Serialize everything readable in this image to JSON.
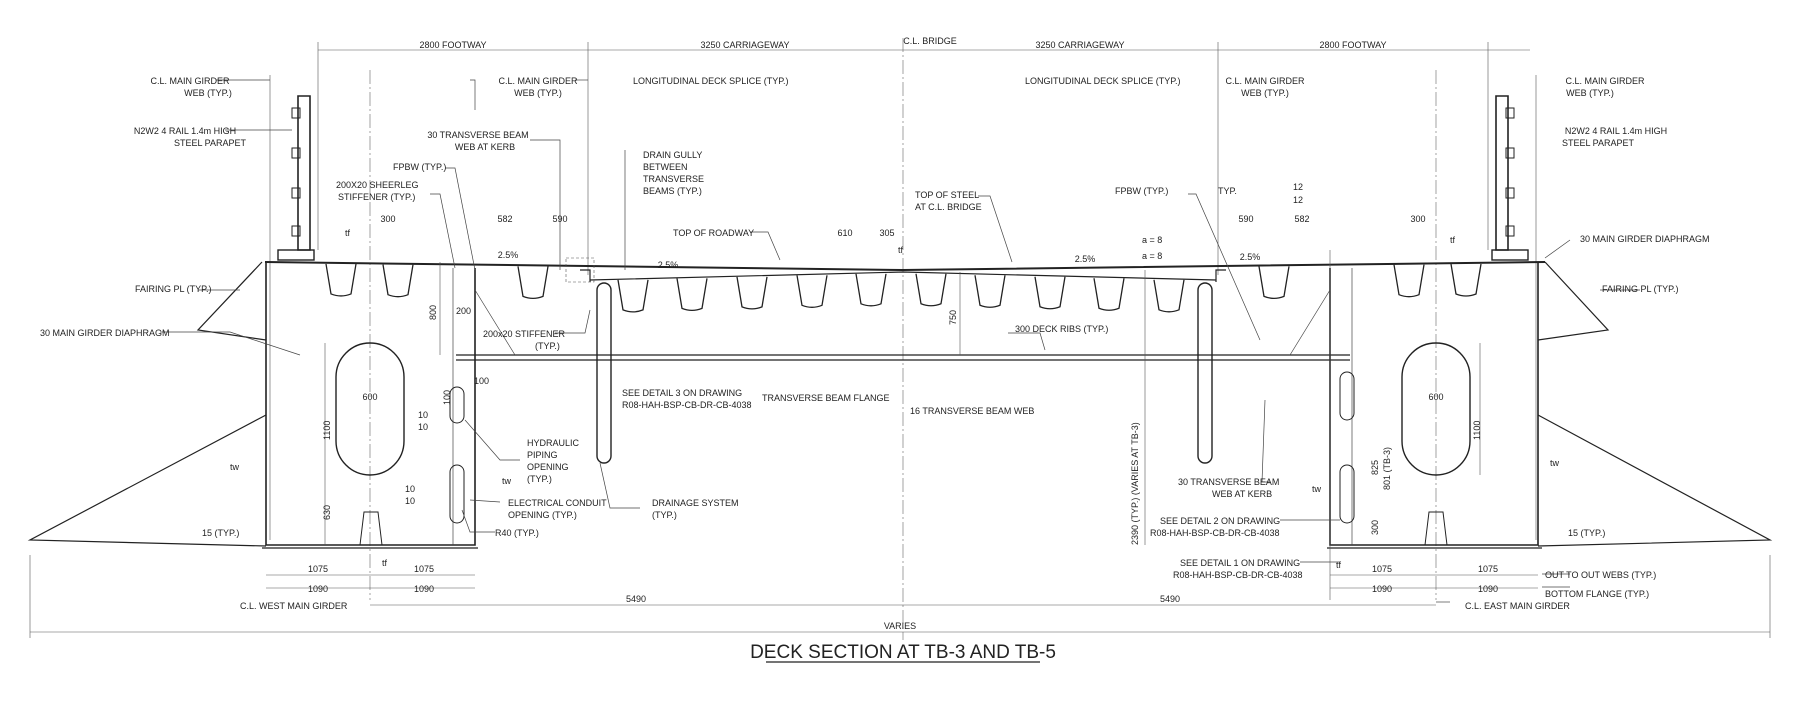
{
  "title": "DECK SECTION AT TB-3 AND TB-5",
  "top_dims": {
    "footway_left": "2800 FOOTWAY",
    "carriageway_left": "3250 CARRIAGEWAY",
    "cl_bridge": "C.L. BRIDGE",
    "carriageway_right": "3250 CARRIAGEWAY",
    "footway_right": "2800 FOOTWAY"
  },
  "labels": {
    "cl_main_girder_web_left_outer": [
      "C.L. MAIN GIRDER",
      "WEB (TYP.)"
    ],
    "cl_main_girder_web_left_inner": [
      "C.L. MAIN GIRDER",
      "WEB (TYP.)"
    ],
    "long_splice_left": "LONGITUDINAL DECK SPLICE (TYP.)",
    "long_splice_right": "LONGITUDINAL DECK SPLICE (TYP.)",
    "cl_main_girder_web_right_inner": [
      "C.L. MAIN GIRDER",
      "WEB (TYP.)"
    ],
    "cl_main_girder_web_right_outer": [
      "C.L. MAIN GIRDER",
      "WEB (TYP.)"
    ],
    "parapet_left": [
      "N2W2 4 RAIL 1.4m HIGH",
      "STEEL PARAPET"
    ],
    "parapet_right": [
      "N2W2 4 RAIL 1.4m HIGH",
      "STEEL PARAPET"
    ],
    "trans_beam_kerb_left": [
      "30 TRANSVERSE BEAM",
      "WEB AT KERB"
    ],
    "drain_gully": [
      "DRAIN GULLY",
      "BETWEEN",
      "TRANSVERSE",
      "BEAMS (TYP.)"
    ],
    "fpbw_left": "FPBW (TYP.)",
    "fpbw_right": "FPBW (TYP.)",
    "sheerleg": [
      "200X20 SHEERLEG",
      "STIFFENER (TYP.)"
    ],
    "top_of_roadway": "TOP OF ROADWAY",
    "top_of_steel": [
      "TOP OF STEEL",
      "AT C.L. BRIDGE"
    ],
    "typ": "TYP.",
    "main_girder_diaphragm_right": "30 MAIN GIRDER DIAPHRAGM",
    "main_girder_diaphragm_left": "30 MAIN GIRDER DIAPHRAGM",
    "fairing_left": "FAIRING PL (TYP.)",
    "fairing_right": "FAIRING PL (TYP.)",
    "stiffener_200x20": [
      "200x20 STIFFENER",
      "(TYP.)"
    ],
    "see_detail_3": [
      "SEE DETAIL 3 ON DRAWING",
      "R08-HAH-BSP-CB-DR-CB-4038"
    ],
    "transverse_beam_flange": "TRANSVERSE BEAM FLANGE",
    "deck_ribs": "300 DECK RIBS (TYP.)",
    "trans_beam_web": "16 TRANSVERSE BEAM WEB",
    "hydraulic": [
      "HYDRAULIC",
      "PIPING",
      "OPENING",
      "(TYP.)"
    ],
    "electrical": [
      "ELECTRICAL CONDUIT",
      "OPENING (TYP.)"
    ],
    "r40": "R40 (TYP.)",
    "drainage": [
      "DRAINAGE SYSTEM",
      "(TYP.)"
    ],
    "trans_beam_kerb_right": [
      "30 TRANSVERSE BEAM",
      "WEB AT KERB"
    ],
    "see_detail_2": [
      "SEE DETAIL 2 ON DRAWING",
      "R08-HAH-BSP-CB-DR-CB-4038"
    ],
    "see_detail_1": [
      "SEE DETAIL 1 ON DRAWING",
      "R08-HAH-BSP-CB-DR-CB-4038"
    ],
    "typ15_left": "15 (TYP.)",
    "typ15_right": "15 (TYP.)",
    "out_to_out": "OUT TO OUT WEBS (TYP.)",
    "bottom_flange": "BOTTOM FLANGE (TYP.)",
    "cl_west": "C.L. WEST MAIN GIRDER",
    "cl_east": "C.L. EAST MAIN GIRDER",
    "varies": "VARIES",
    "depth_vertical": "2390 (TYP.) (VARIES AT TB-3)",
    "weld_a1": "a = 8",
    "weld_a2": "a = 8"
  },
  "dims": {
    "d300_l": "300",
    "d582_l": "582",
    "d590_l": "590",
    "d610": "610",
    "d305": "305",
    "d590_r": "590",
    "d582_r": "582",
    "d300_r": "300",
    "d12a": "12",
    "d12b": "12",
    "slope1": "2.5%",
    "slope2": "2.5%",
    "slope3": "2.5%",
    "slope4": "2.5%",
    "d800": "800",
    "d200": "200",
    "d750": "750",
    "d100a": "100",
    "d100b": "100",
    "d600_l": "600",
    "d600_r": "600",
    "d1100_l": "1100",
    "d1100_r": "1100",
    "d630": "630",
    "d10a": "10",
    "d10b": "10",
    "d10c": "10",
    "d10d": "10",
    "d825": "825",
    "d801": "801 (TB-3)",
    "d300v": "300",
    "d1075_1": "1075",
    "d1075_2": "1075",
    "d1090_1": "1090",
    "d1090_2": "1090",
    "d1075_3": "1075",
    "d1075_4": "1075",
    "d1090_3": "1090",
    "d1090_4": "1090",
    "d5490_l": "5490",
    "d5490_r": "5490",
    "tw": "tw",
    "tf": "tf"
  }
}
